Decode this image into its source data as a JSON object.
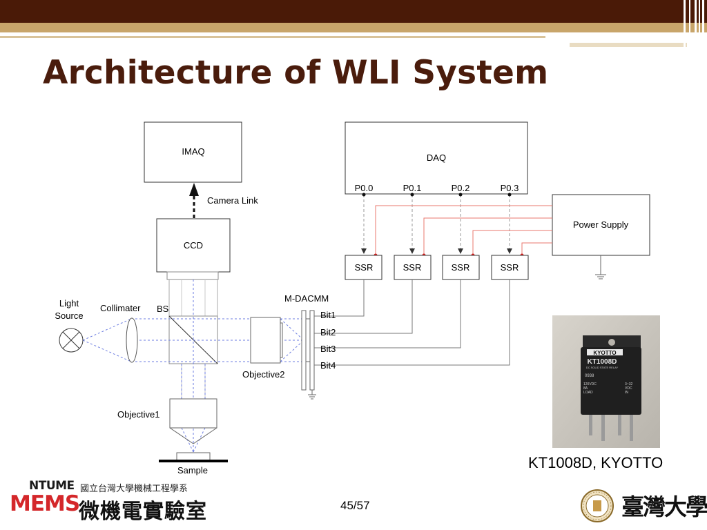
{
  "slide": {
    "title": "Architecture of WLI System",
    "page_number": "45/57",
    "photo_caption": "KT1008D, KYOTTO"
  },
  "diagram": {
    "imaq": "IMAQ",
    "camera_link": "Camera Link",
    "ccd": "CCD",
    "daq": "DAQ",
    "ports": [
      "P0.0",
      "P0.1",
      "P0.2",
      "P0.3"
    ],
    "power_supply": "Power Supply",
    "ssr": [
      "SSR",
      "SSR",
      "SSR",
      "SSR"
    ],
    "m_dacmm": "M-DACMM",
    "bits": [
      "Bit1",
      "Bit2",
      "Bit3",
      "Bit4"
    ],
    "light_source_line1": "Light",
    "light_source_line2": "Source",
    "collimater": "Collimater",
    "bs": "BS",
    "objective2": "Objective2",
    "objective1": "Objective1",
    "sample": "Sample"
  },
  "relay_photo": {
    "brand": "KYOTTO",
    "model": "KT1008D",
    "subtitle": "DC SOLID STATE RELAY",
    "code": "0938",
    "left_spec": [
      "120VDC",
      "8A",
      "LOAD"
    ],
    "right_spec": [
      "3~32",
      "VDC",
      "IN"
    ]
  },
  "footer": {
    "logo_top": "NTUME",
    "logo_bottom": "MEMS",
    "department": "國立台灣大學機械工程學系",
    "lab_name": "微機電實驗室",
    "university": "臺灣大學"
  },
  "colors": {
    "brand_brown": "#4a1c0c",
    "gold_band": "#c8a56a",
    "red_wire": "#e8776e",
    "dashed_signal": "#999999",
    "beam": "#6c7de0"
  }
}
